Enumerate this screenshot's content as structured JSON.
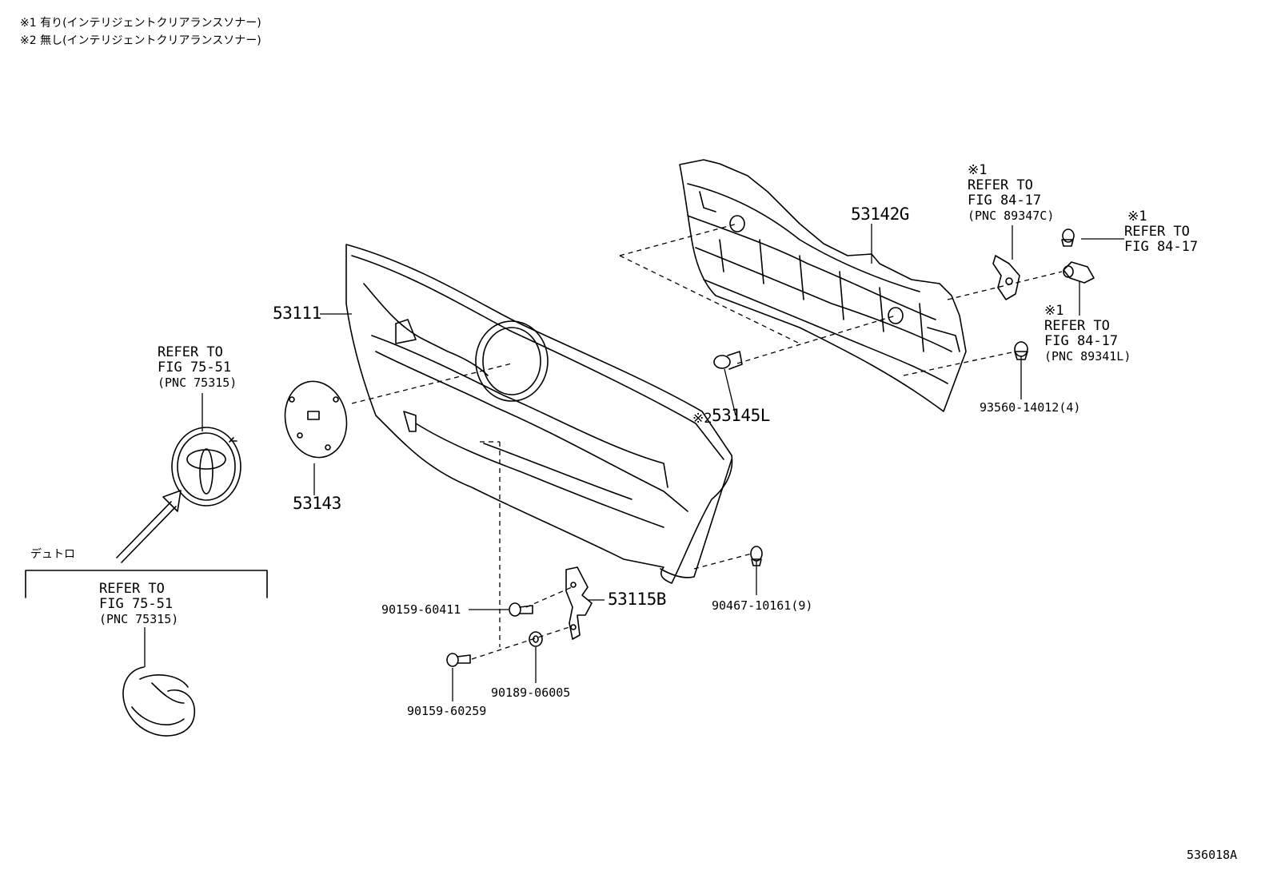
{
  "notes": {
    "note1": "※1 有り(インテリジェントクリアランスソナー)",
    "note2": "※2 無し(インテリジェントクリアランスソナー)"
  },
  "refs": {
    "emblem_front": {
      "line1": "REFER TO",
      "line2": "FIG 75-51",
      "line3": "(PNC 75315)"
    },
    "emblem_detro": {
      "line1": "REFER TO",
      "line2": "FIG 75-51",
      "line3": "(PNC 75315)"
    },
    "sensor_bracket": {
      "mark": "※1",
      "line1": "REFER TO",
      "line2": "FIG 84-17",
      "line3": "(PNC 89347C)"
    },
    "sensor_clip": {
      "mark": "※1",
      "line1": "REFER TO",
      "line2": "FIG 84-17"
    },
    "sensor_unit": {
      "mark": "※1",
      "line1": "REFER TO",
      "line2": "FIG 84-17",
      "line3": "(PNC 89341L)"
    }
  },
  "detro_label": "デュトロ",
  "parts": {
    "p53111": "53111",
    "p53142G": "53142G",
    "p53143": "53143",
    "p53145L": "53145L",
    "p53145L_mark": "※2",
    "p53115B": "53115B",
    "p90159_60411": "90159-60411",
    "p90159_60259": "90159-60259",
    "p90189_06005": "90189-06005",
    "p90467_10161": "90467-10161(9)",
    "p93560_14012": "93560-14012(4)"
  },
  "figure_id": "536018A"
}
